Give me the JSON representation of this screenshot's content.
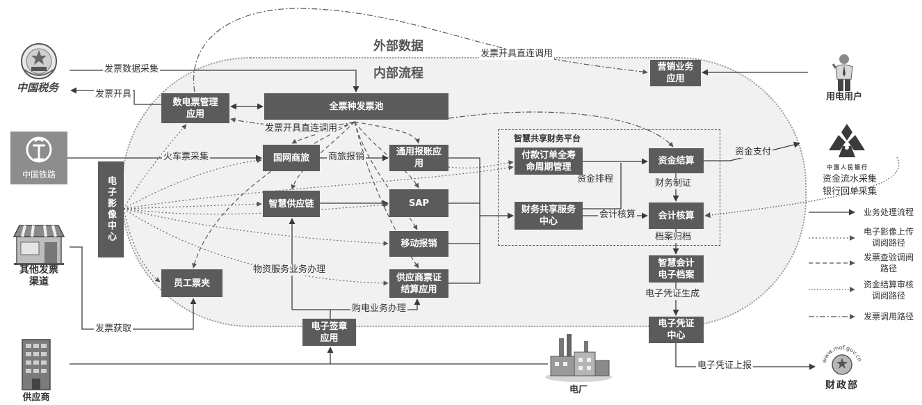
{
  "sections": {
    "external": "外部数据",
    "internal": "内部流程"
  },
  "platform": {
    "title": "智慧共享财务平台"
  },
  "boxes": {
    "dianpiao": [
      "数电票管理",
      "应用"
    ],
    "invoice_pool": [
      "全票种发票池"
    ],
    "marketing": [
      "营销业务",
      "应用"
    ],
    "travel": [
      "国网商旅"
    ],
    "reimbursement": [
      "通用报账应",
      "用"
    ],
    "supply_chain": [
      "智慧供应链"
    ],
    "sap": [
      "SAP"
    ],
    "mobile": [
      "移动报销"
    ],
    "supplier_settle": [
      "供应商票证",
      "结算应用"
    ],
    "employee_wallet": [
      "员工票夹"
    ],
    "image_center": "电子影像中心",
    "esign": [
      "电子签章",
      "应用"
    ],
    "payment_order": [
      "付款订单全寿",
      "命周期管理"
    ],
    "shared_service": [
      "财务共享服务",
      "中心"
    ],
    "fund_settlement": [
      "资金结算"
    ],
    "accounting": [
      "会计核算"
    ],
    "e_archive": [
      "智慧会计",
      "电子档案"
    ],
    "e_voucher": [
      "电子凭证",
      "中心"
    ]
  },
  "edge_labels": {
    "invoice_data_collection": "发票数据采集",
    "invoice_issue": "发票开具",
    "direct_call_top": "发票开具直连调用",
    "direct_call_inner": "发票开具直连调用",
    "train_ticket": "火车票采集",
    "travel_reimburse": "商旅报销",
    "fund_schedule": "资金排程",
    "finance_voucher": "财务制证",
    "accounting_entry": "会计核算",
    "archiving": "档案归档",
    "fund_payment": "资金支付",
    "fund_flow_collection": "资金流水采集",
    "bank_receipt_collection": "银行回单采集",
    "material_service": "物资服务业务办理",
    "power_purchase": "购电业务办理",
    "invoice_obtain": "发票获取",
    "voucher_generate": "电子凭证生成",
    "voucher_report": "电子凭证上报"
  },
  "entities": {
    "tax": {
      "logo_text": "中国税务",
      "icon": "tax-emblem-icon"
    },
    "railway": {
      "label": "中国铁路",
      "icon": "railway-logo-icon"
    },
    "other_channels": {
      "label": [
        "其他发票",
        "渠道"
      ],
      "icon": "storefront-icon"
    },
    "supplier": {
      "label": "供应商",
      "icon": "office-building-icon"
    },
    "power_user": {
      "label": "用电用户",
      "icon": "person-icon"
    },
    "pboc": {
      "logo_text": "中国人民银行",
      "icon": "pboc-logo-icon"
    },
    "power_plant": {
      "label": "电厂",
      "icon": "factory-icon"
    },
    "mof": {
      "label": "财政部",
      "logo_text": "www.mof.gov.cn",
      "icon": "mof-emblem-icon"
    }
  },
  "legend": [
    {
      "line_style": "solid-arrow",
      "label": [
        "业务处理流程"
      ]
    },
    {
      "line_style": "dotted-arrow",
      "label": [
        "电子影像上传",
        "调阅路径"
      ]
    },
    {
      "line_style": "dashed-arrow",
      "label": [
        "发票查验调阅",
        "路径"
      ]
    },
    {
      "line_style": "dense-dotted-arrow",
      "label": [
        "资金结算审核",
        "调阅路径"
      ]
    },
    {
      "line_style": "dash-dot-arrow",
      "label": [
        "发票调用路径"
      ]
    }
  ],
  "colors": {
    "box_fill": "#5b5b5b",
    "region_fill": "#f1f1f1",
    "line": "#3a3a3a",
    "text": "#333333"
  }
}
